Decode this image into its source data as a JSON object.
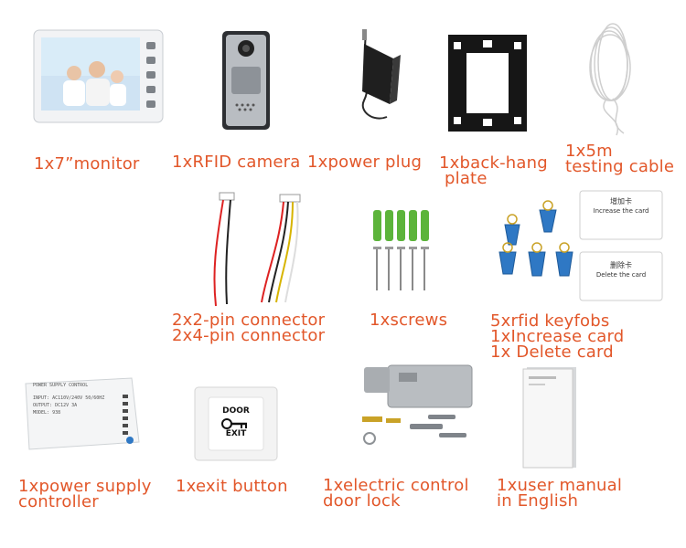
{
  "items": [
    {
      "lines": [
        "1x7”monitor"
      ]
    },
    {
      "lines": [
        "1xRFID camera"
      ]
    },
    {
      "lines": [
        "1xpower plug"
      ]
    },
    {
      "lines": [
        "1xback-hang",
        "plate"
      ]
    },
    {
      "lines": [
        "1x5m",
        "testing cable"
      ]
    },
    {
      "lines": [
        "2x2-pin connector",
        "2x4-pin connector"
      ]
    },
    {
      "lines": [
        "1xscrews"
      ]
    },
    {
      "lines": [
        "5xrfid keyfobs",
        "1xIncrease card",
        "1x Delete card"
      ]
    },
    {
      "lines": [
        "1xpower supply",
        "controller"
      ]
    },
    {
      "lines": [
        "1xexit button"
      ]
    },
    {
      "lines": [
        "1xelectric control",
        "door lock"
      ]
    },
    {
      "lines": [
        "1xuser manual",
        "in English"
      ]
    }
  ],
  "graphics": {
    "card_increase": [
      "增加卡",
      "Increase the card"
    ],
    "card_delete": [
      "删除卡",
      "Delete the card"
    ],
    "exit_button": [
      "DOOR",
      "EXIT"
    ],
    "psu_label": "POWER SUPPLY CONTROL",
    "psu_specs": [
      "INPUT: AC110V/240V 50/60HZ",
      "OUTPUT: DC12V 3A",
      "MODEL: 938"
    ]
  },
  "colors": {
    "caption": "#e2572a",
    "keyfob": "#2f78c4",
    "anchor": "#5cb43a"
  }
}
